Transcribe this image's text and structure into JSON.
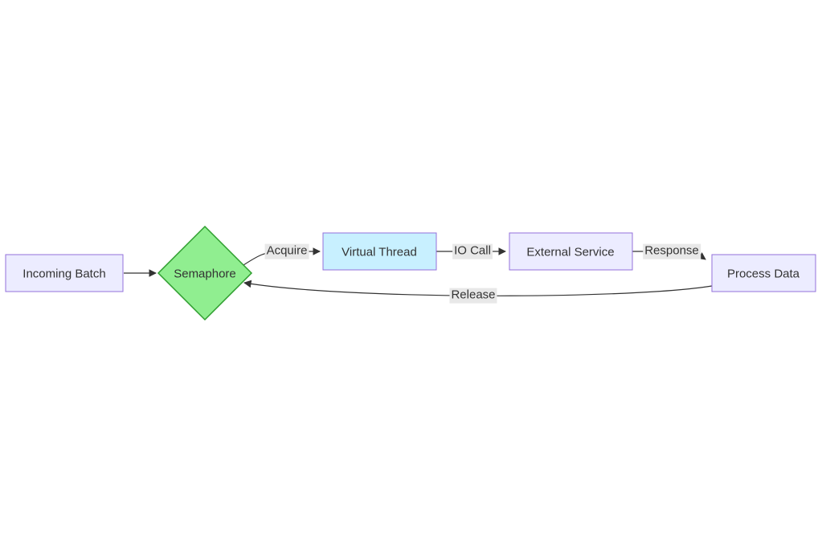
{
  "diagram": {
    "type": "flowchart",
    "direction": "left-to-right",
    "background": "#ffffff",
    "edge_color": "#333333",
    "text_color": "#333333",
    "edge_label_background": "#e8e8e8",
    "nodes": [
      {
        "id": "incoming_batch",
        "label": "Incoming Batch",
        "shape": "rectangle",
        "fill": "#ECECFF",
        "stroke": "#9370DB"
      },
      {
        "id": "semaphore",
        "label": "Semaphore",
        "shape": "diamond",
        "fill": "#90EE90",
        "stroke": "#2E9E2E"
      },
      {
        "id": "virtual_thread",
        "label": "Virtual Thread",
        "shape": "rectangle",
        "fill": "#C8F0FF",
        "stroke": "#9370DB"
      },
      {
        "id": "external_service",
        "label": "External Service",
        "shape": "rectangle",
        "fill": "#ECECFF",
        "stroke": "#9370DB"
      },
      {
        "id": "process_data",
        "label": "Process Data",
        "shape": "rectangle",
        "fill": "#ECECFF",
        "stroke": "#9370DB"
      }
    ],
    "edges": [
      {
        "from": "Incoming Batch",
        "to": "Semaphore",
        "label": ""
      },
      {
        "from": "Semaphore",
        "to": "Virtual Thread",
        "label": "Acquire"
      },
      {
        "from": "Virtual Thread",
        "to": "External Service",
        "label": "IO Call"
      },
      {
        "from": "External Service",
        "to": "Process Data",
        "label": "Response"
      },
      {
        "from": "Process Data",
        "to": "Semaphore",
        "label": "Release"
      }
    ]
  }
}
